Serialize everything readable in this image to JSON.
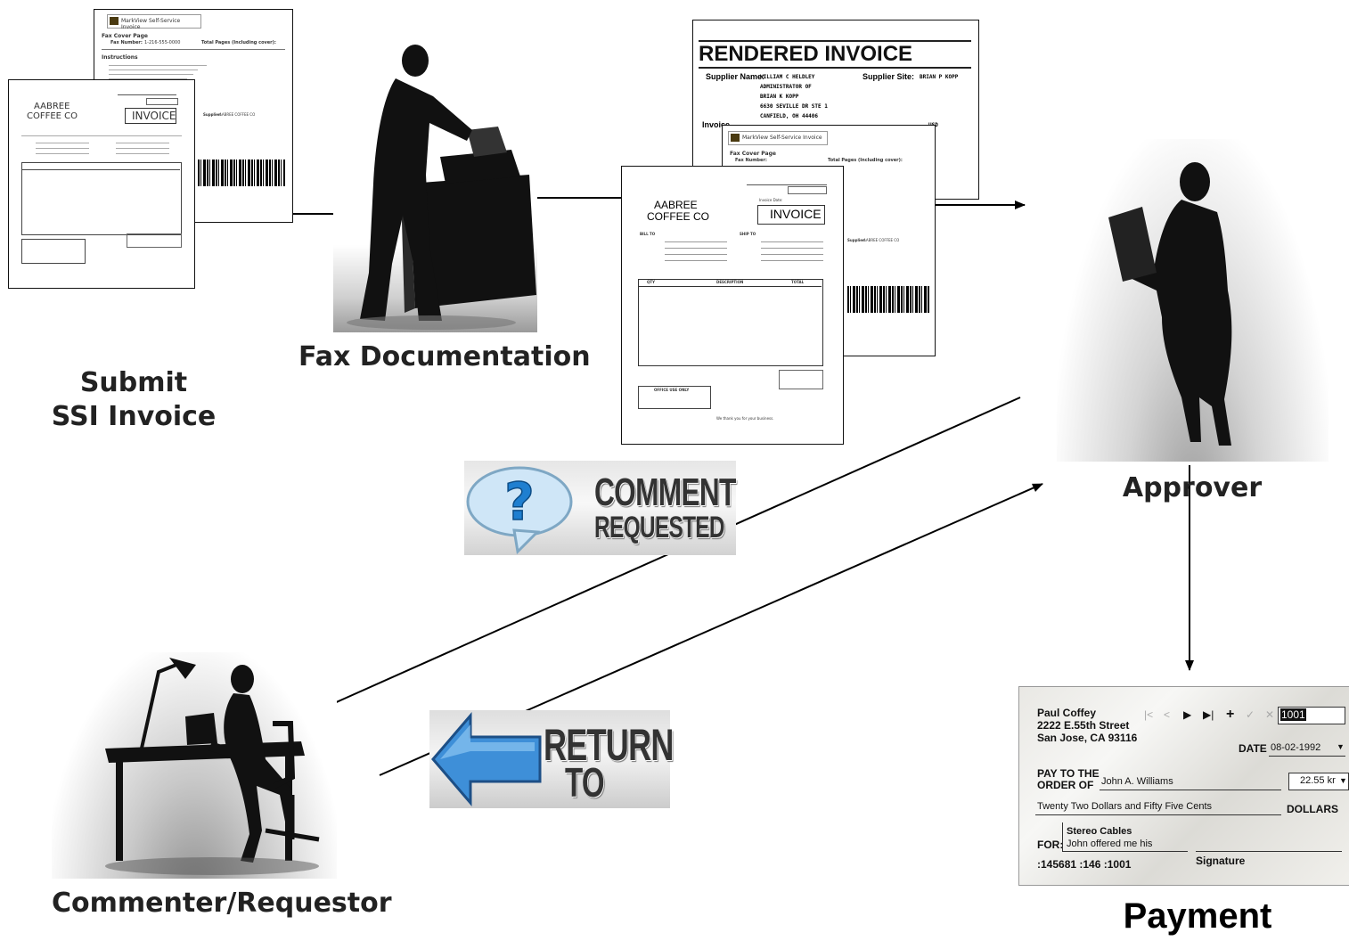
{
  "labels": {
    "submit_line1": "Submit",
    "submit_line2": "SSI Invoice",
    "fax": "Fax Documentation",
    "approver": "Approver",
    "commenter": "Commenter/Requestor",
    "payment": "Payment"
  },
  "fax_cover": {
    "header": "MarkView Self-Service Invoice",
    "title": "Fax Cover Page",
    "fax_number_label": "Fax Number:",
    "fax_number": "1-216-555-0000",
    "total_pages_label": "Total Pages (Including cover):",
    "instructions_title": "Instructions",
    "supplier_label": "Supplier:",
    "supplier_value": "AABREE COFFEE CO"
  },
  "invoice": {
    "company_line1": "AABREE",
    "company_line2": "COFFEE CO",
    "title": "INVOICE",
    "date_label": "Invoice Date:",
    "bill_to": "BILL TO",
    "ship_to": "SHIP TO",
    "col_qty": "QTY",
    "col_desc": "DESCRIPTION",
    "col_total": "TOTAL",
    "office_use": "OFFICE USE ONLY",
    "thanks": "We thank you for your business."
  },
  "rendered": {
    "title": "RENDERED INVOICE",
    "supplier_name_label": "Supplier Name:",
    "supplier_site_label": "Supplier Site:",
    "supplier_site": "BRIAN P KOPP",
    "address_lines": [
      "WILLIAM C HELDLEY",
      "ADMINISTRATOR OF",
      "BRIAN K KOPP",
      "6630 SEVILLE DR STE 1",
      "CANFIELD, OH 44406"
    ],
    "invoice_label": "Invoice",
    "amount": "USD"
  },
  "stamps": {
    "comment_line1": "COMMENT",
    "comment_line2": "REQUESTED",
    "return_line1": "RETURN",
    "return_line2": "TO"
  },
  "check": {
    "payer_name": "Paul Coffey",
    "payer_street": "2222 E.55th Street",
    "payer_city": "San Jose, CA 93116",
    "check_number": "1001",
    "date_label": "DATE",
    "date": "08-02-1992",
    "pay_label_1": "PAY TO THE",
    "pay_label_2": "ORDER OF",
    "payee": "John A. Williams",
    "amount": "22.55 kr",
    "amount_words": "Twenty Two Dollars and Fifty Five Cents",
    "dollars_label": "DOLLARS",
    "for_label": "FOR:",
    "memo_line1": "Stereo Cables",
    "memo_line2": "John offered me his",
    "micr": ":145681 :146 :1001",
    "signature_label": "Signature"
  }
}
